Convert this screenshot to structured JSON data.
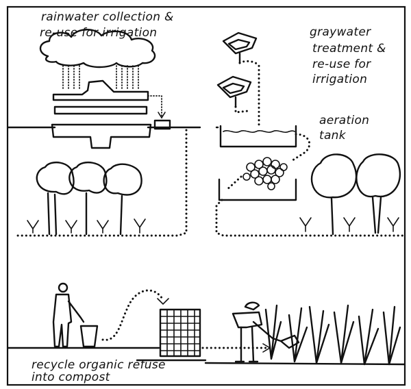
{
  "labels": {
    "rainwater_line1": "rainwater collection &",
    "rainwater_line2": "re-use for irrigation",
    "graywater_line1": "graywater",
    "graywater_line2": "treatment &",
    "graywater_line3": "re-use for",
    "graywater_line4": "irrigation",
    "aeration_line1": "aeration",
    "aeration_line2": "tank",
    "compost_line1": "recycle organic refuse",
    "compost_line2": "into compost"
  }
}
